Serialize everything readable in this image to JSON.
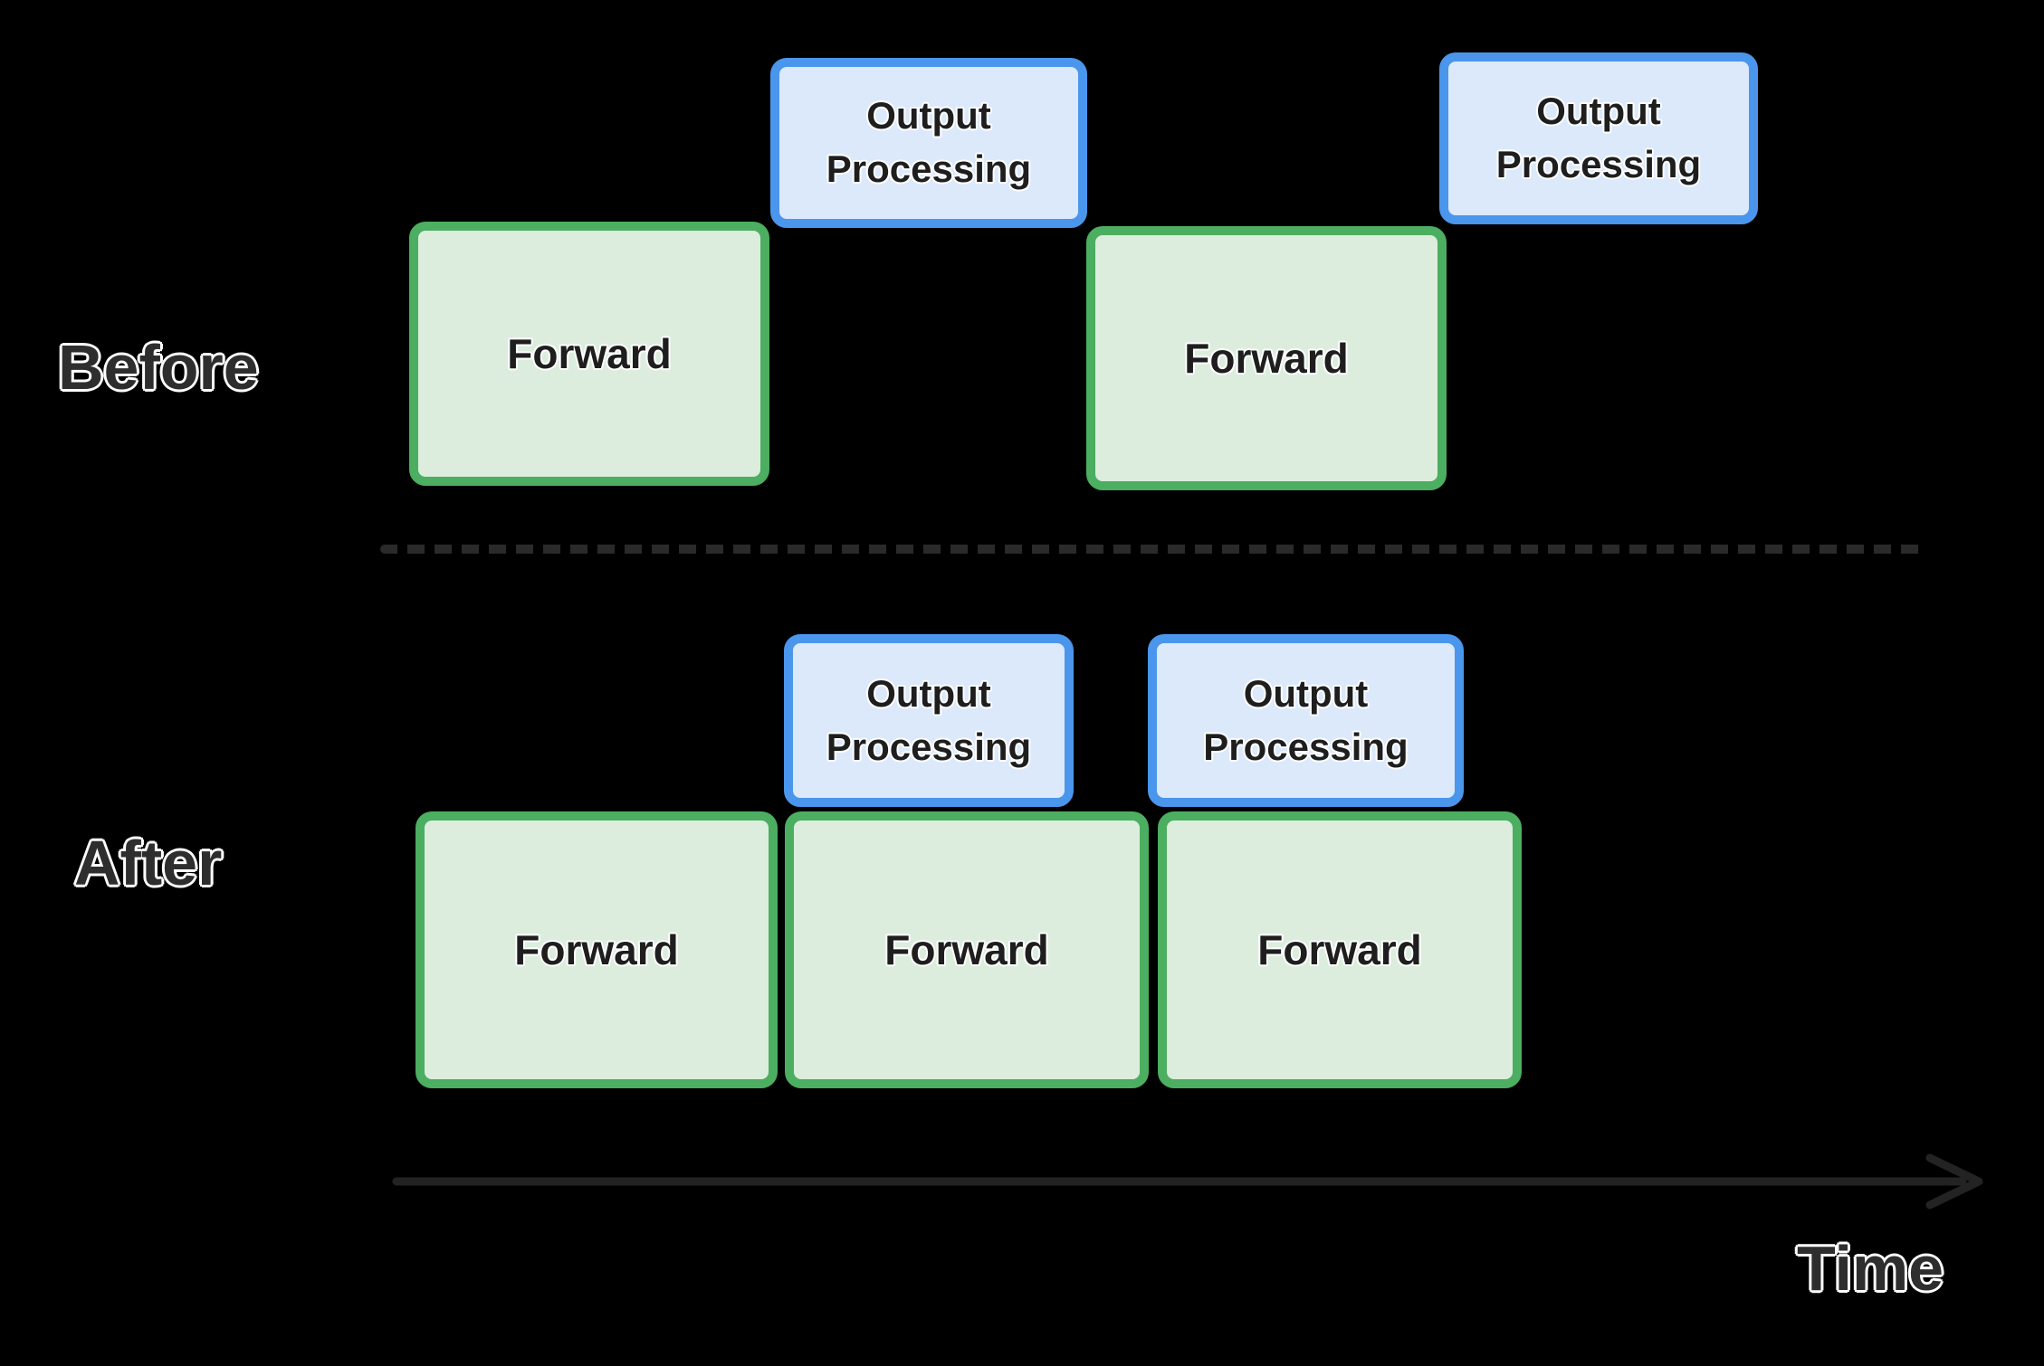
{
  "sections": {
    "before": {
      "label": "Before",
      "blocks": [
        {
          "type": "forward",
          "label": "Forward"
        },
        {
          "type": "output-processing",
          "label": "Output Processing"
        },
        {
          "type": "forward",
          "label": "Forward"
        },
        {
          "type": "output-processing",
          "label": "Output Processing"
        }
      ]
    },
    "after": {
      "label": "After",
      "blocks": [
        {
          "type": "forward",
          "label": "Forward"
        },
        {
          "type": "forward",
          "label": "Forward"
        },
        {
          "type": "forward",
          "label": "Forward"
        },
        {
          "type": "output-processing",
          "label": "Output Processing"
        },
        {
          "type": "output-processing",
          "label": "Output Processing"
        }
      ]
    }
  },
  "axis": {
    "label": "Time"
  },
  "colors": {
    "background": "#000000",
    "forward_fill": "#dcedde",
    "forward_border": "#4cae60",
    "output_processing_fill": "#dbe9fb",
    "output_processing_border": "#4a96ec",
    "box_text": "#1e1e1e",
    "section_label_text": "#2e2e2e",
    "text_outline": "#ffffff",
    "divider_dash": "#2a2a2a",
    "time_arrow": "#232323"
  }
}
